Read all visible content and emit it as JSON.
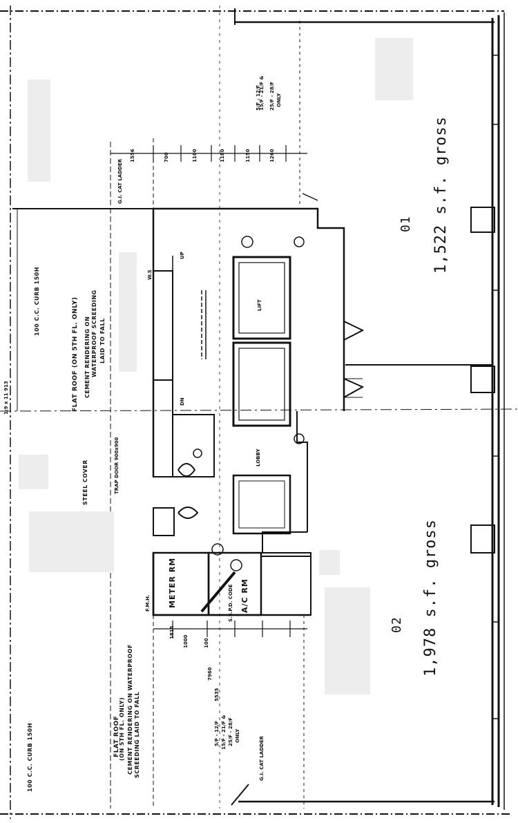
{
  "units": [
    {
      "number": "01",
      "area": "1,522 s.f. gross"
    },
    {
      "number": "02",
      "area": "1,978 s.f. gross"
    }
  ],
  "rooms": {
    "meter": "METER RM",
    "ac": "A/C RM",
    "ac_codes": "S.S.P.D. CODE"
  },
  "roof_notes": {
    "flat_roof_lower": [
      "FLAT ROOF",
      "(ON 5TH FL. ONLY)",
      "CEMENT RENDERING ON WATERPROOF",
      "SCREEDING LAID TO FALL"
    ],
    "flat_roof_upper": [
      "FLAT ROOF (ON 5TH FL. ONLY)",
      "CEMENT RENDERING ON",
      "WATERPROOF SCREEDING",
      "LAID TO FALL"
    ],
    "curb_top": "100 C.C. CURB 150H",
    "curb_bottom": "100 C.C. CURB 150H",
    "steel_cover": "STEEL COVER",
    "trap_door": "TRAP DOOR 900x900"
  },
  "misc_labels": {
    "ws": "W.S",
    "gi_cat_ladder_top": "G.I. CAT LADDER",
    "gi_cat_ladder_bottom": "G.I. CAT LADDER",
    "fmh": "F.M.H.",
    "dim_left": "1:9 x 11 913",
    "up": "UP",
    "dn": "DN",
    "lift": "LIFT",
    "lobby": "LOBBY"
  },
  "window_notes": {
    "top": [
      "5/F - 12/F",
      "15/F - 21/F &",
      "25/F - 28/F",
      "ONLY"
    ],
    "bottom": [
      "5/F - 12/F",
      "15/F - 21/F &",
      "25/F - 28/F",
      "ONLY"
    ]
  },
  "dims": [
    "1556",
    "700",
    "1100",
    "1180",
    "1150",
    "1260",
    "1000",
    "100",
    "1815",
    "7960",
    "5535"
  ]
}
